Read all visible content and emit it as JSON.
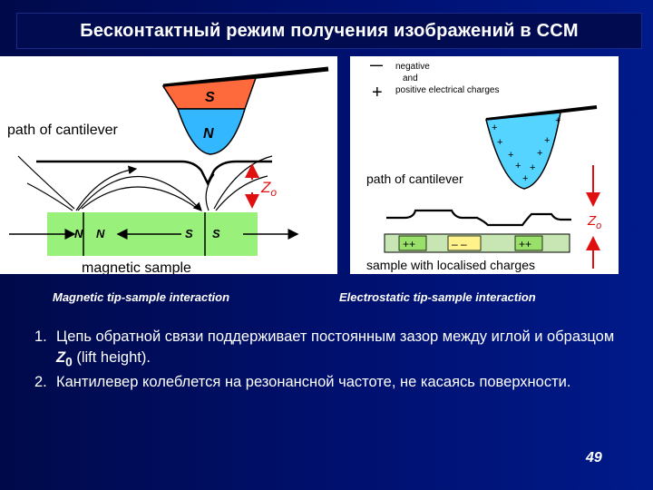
{
  "title": "Бесконтактный режим получения изображений в СCM",
  "magnetic": {
    "tip_top": "S",
    "tip_bottom": "N",
    "path_label": "path of cantilever",
    "height_label": "Z",
    "height_sub": "o",
    "domain_labels": [
      "N",
      "N",
      "S",
      "S"
    ],
    "sample_label": "magnetic sample"
  },
  "electrostatic": {
    "legend_minus": "—",
    "legend_plus": "+",
    "legend_text": [
      "negative",
      "and",
      "positive electrical charges"
    ],
    "path_label": "path of cantilever",
    "height_label": "Z",
    "height_sub": "o",
    "charges": [
      "++",
      "– –",
      "++"
    ],
    "sample_label": "sample with localised charges"
  },
  "captions": {
    "left": "Magnetic tip-sample interaction",
    "right": "Electrostatic tip-sample interaction"
  },
  "list": [
    {
      "num": "1.",
      "pre": "Цепь обратной связи поддерживает постоянным зазор между иглой и образцом ",
      "var": "Z",
      "sub": "0",
      "post": " (lift height)."
    },
    {
      "num": "2.",
      "text": "Кантилевер колеблется на резонансной частоте, не касаясь поверхности."
    }
  ],
  "page_number": "49",
  "colors": {
    "background": "#001070",
    "tip_s": "#ff6a3d",
    "tip_n": "#33b8ff",
    "magnetic_sample": "#99f07a",
    "height_arrow": "#e01010",
    "charge_tip": "#55d4ff",
    "charge_strip": "#c8e6b4"
  }
}
